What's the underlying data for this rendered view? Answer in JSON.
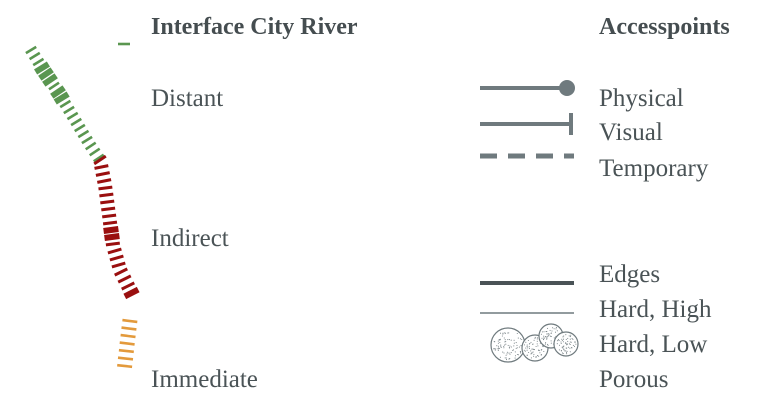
{
  "interface": {
    "title": "Interface City River",
    "levels": [
      "Distant",
      "Indirect",
      "Immediate"
    ],
    "level_colors": {
      "distant": "#5a9650",
      "indirect": "#9a0f0f",
      "immediate": "#e39a3c"
    }
  },
  "accesspoints": {
    "title": "Accesspoints",
    "items": [
      {
        "label": "Physical",
        "line": "solid-with-dot-end"
      },
      {
        "label": "Visual",
        "line": "solid-with-bar-end"
      },
      {
        "label": "Temporary",
        "line": "dashed"
      }
    ]
  },
  "edges": {
    "items": [
      {
        "label": "Edges",
        "line": "thick-solid"
      },
      {
        "label": "Hard, High",
        "line": "thin-solid"
      },
      {
        "label": "Hard, Low",
        "line": "stippled-circles"
      },
      {
        "label": "Porous",
        "line": "none"
      }
    ]
  },
  "colors": {
    "text": "#4a5356",
    "symbol": "#6f7a7e"
  }
}
